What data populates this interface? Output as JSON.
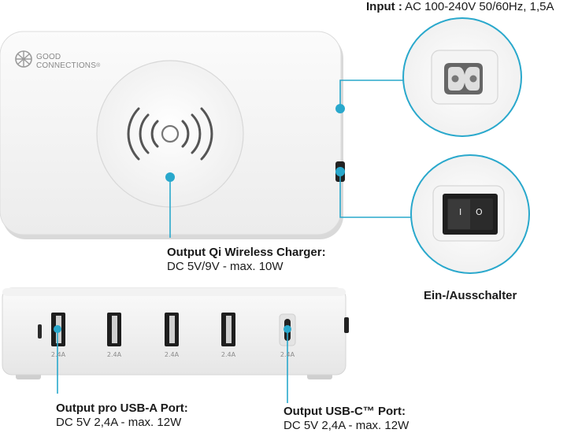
{
  "brand": {
    "line1": "Good",
    "line2": "Connections",
    "mark": "®"
  },
  "callouts": {
    "input_title": "Input :",
    "input_value": "AC 100-240V 50/60Hz, 1,5A",
    "switch_label": "Ein-/Ausschalter",
    "wireless_title": "Output Qi Wireless Charger:",
    "wireless_value": "DC 5V/9V - max. 10W",
    "usba_title": "Output pro USB-A Port:",
    "usba_value": "DC 5V 2,4A - max. 12W",
    "usbc_title": "Output USB-C™ Port:",
    "usbc_value": "DC 5V 2,4A - max. 12W"
  },
  "switch": {
    "off_symbol": "O",
    "on_symbol": "I"
  },
  "ports": [
    {
      "label": "2.4A"
    },
    {
      "label": "2.4A"
    },
    {
      "label": "2.4A"
    },
    {
      "label": "2.4A"
    },
    {
      "label": "2.4A"
    }
  ],
  "colors": {
    "accent": "#29a8cc",
    "device": "#f6f6f6",
    "port_black": "#222222"
  },
  "icons": [
    "wireless-charging-icon",
    "power-socket-icon",
    "rocker-switch-icon",
    "union-jack-logo-icon"
  ]
}
